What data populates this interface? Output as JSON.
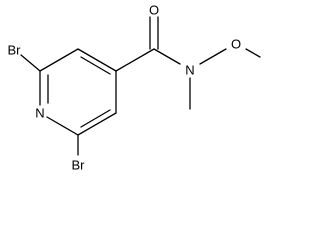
{
  "molecule": {
    "atoms": {
      "br_top": "Br",
      "br_bottom": "Br",
      "n_ring": "N",
      "o_carbonyl": "O",
      "n_amide": "N",
      "o_methoxy": "O"
    }
  }
}
